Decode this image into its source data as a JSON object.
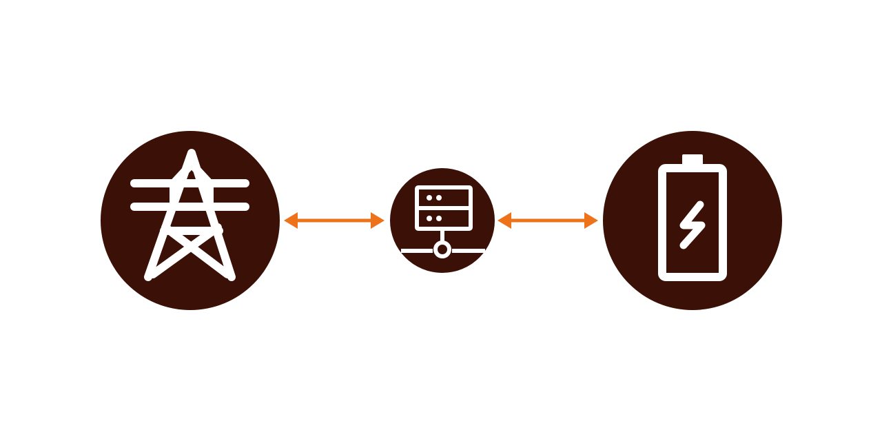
{
  "colors": {
    "background": "#ffffff",
    "node_fill": "#3b1006",
    "icon_stroke": "#ffffff",
    "connector": "#ee7219"
  },
  "nodes": [
    {
      "id": "grid",
      "icon": "power-tower-icon"
    },
    {
      "id": "server",
      "icon": "network-server-icon"
    },
    {
      "id": "battery",
      "icon": "charging-battery-icon"
    }
  ],
  "connectors": [
    {
      "from": "grid",
      "to": "server",
      "style": "bidirectional-arrow"
    },
    {
      "from": "server",
      "to": "battery",
      "style": "bidirectional-arrow"
    }
  ]
}
